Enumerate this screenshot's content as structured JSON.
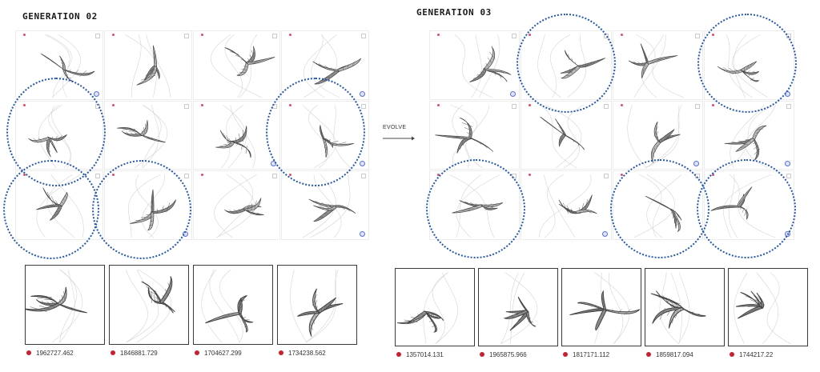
{
  "gen02": {
    "title": "GENERATION 02",
    "cells": [
      {
        "variant": 0,
        "marker": "pink"
      },
      {
        "variant": 1,
        "marker": "pink"
      },
      {
        "variant": 2,
        "marker": "pink"
      },
      {
        "variant": 3,
        "marker": "pink"
      },
      {
        "variant": 4,
        "marker": "pink"
      },
      {
        "variant": 5,
        "marker": "pink"
      },
      {
        "variant": 6,
        "marker": "pink"
      },
      {
        "variant": 7,
        "marker": "pink"
      },
      {
        "variant": 8,
        "marker": "pink"
      },
      {
        "variant": 9,
        "marker": "pink"
      },
      {
        "variant": 10,
        "marker": "pink"
      },
      {
        "variant": 11,
        "marker": "pink"
      }
    ],
    "selected": [
      4,
      7,
      8,
      9
    ],
    "details": [
      {
        "fitness": "1962727.462"
      },
      {
        "fitness": "1846881.729"
      },
      {
        "fitness": "1704627.299"
      },
      {
        "fitness": "1734238.562"
      }
    ]
  },
  "evolve": {
    "label": "EVOLVE"
  },
  "gen03": {
    "title": "GENERATION 03",
    "cells": [
      {
        "variant": 0,
        "marker": "pink"
      },
      {
        "variant": 1,
        "marker": "pink"
      },
      {
        "variant": 2,
        "marker": "pink"
      },
      {
        "variant": 3,
        "marker": "pink"
      },
      {
        "variant": 4,
        "marker": "pink"
      },
      {
        "variant": 5,
        "marker": "pink"
      },
      {
        "variant": 6,
        "marker": "pink"
      },
      {
        "variant": 7,
        "marker": "pink"
      },
      {
        "variant": 8,
        "marker": "pink"
      },
      {
        "variant": 9,
        "marker": "pink"
      },
      {
        "variant": 10,
        "marker": "pink"
      },
      {
        "variant": 11,
        "marker": "pink"
      }
    ],
    "selected": [
      1,
      3,
      8,
      10,
      11
    ],
    "details": [
      {
        "fitness": "1357014.131"
      },
      {
        "fitness": "1965875.966"
      },
      {
        "fitness": "1817171.112"
      },
      {
        "fitness": "1859817.094"
      },
      {
        "fitness": "1744217.22"
      }
    ]
  },
  "colors": {
    "selection_circle": "#2456b0",
    "fitness_dot": "#c8202f",
    "cell_marker": "#e04a6a",
    "target_icon": "#5870d8"
  }
}
